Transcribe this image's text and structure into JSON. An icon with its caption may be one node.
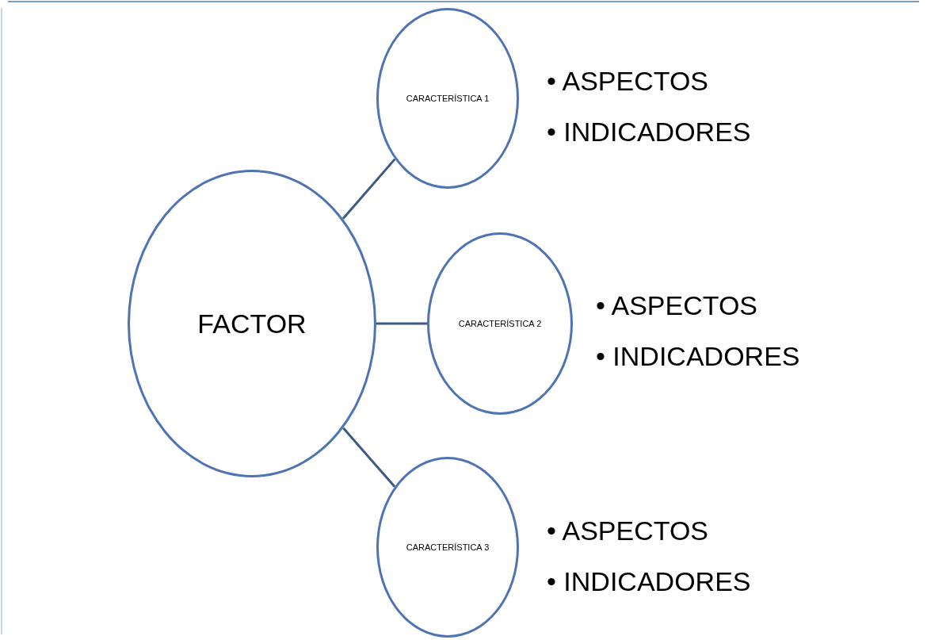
{
  "diagram": {
    "nodes": [
      {
        "text": [
          "FACTOR"
        ]
      },
      {
        "text": [
          "CARACTERÍSTICA 1"
        ],
        "beside": [
          "• ASPECTOS",
          "• INDICADORES"
        ]
      },
      {
        "text": [
          "CARACTERÍSTICA 2"
        ],
        "beside": [
          "• ASPECTOS",
          "• INDICADORES"
        ]
      },
      {
        "text": [
          "CARACTERÍSTICA 3"
        ],
        "beside": [
          "• ASPECTOS",
          "• INDICADORES"
        ]
      }
    ],
    "edges": [
      {
        "from": 0,
        "to": 1,
        "arrow": "none"
      },
      {
        "from": 0,
        "to": 2,
        "arrow": "none"
      },
      {
        "from": 0,
        "to": 3,
        "arrow": "none"
      }
    ]
  }
}
